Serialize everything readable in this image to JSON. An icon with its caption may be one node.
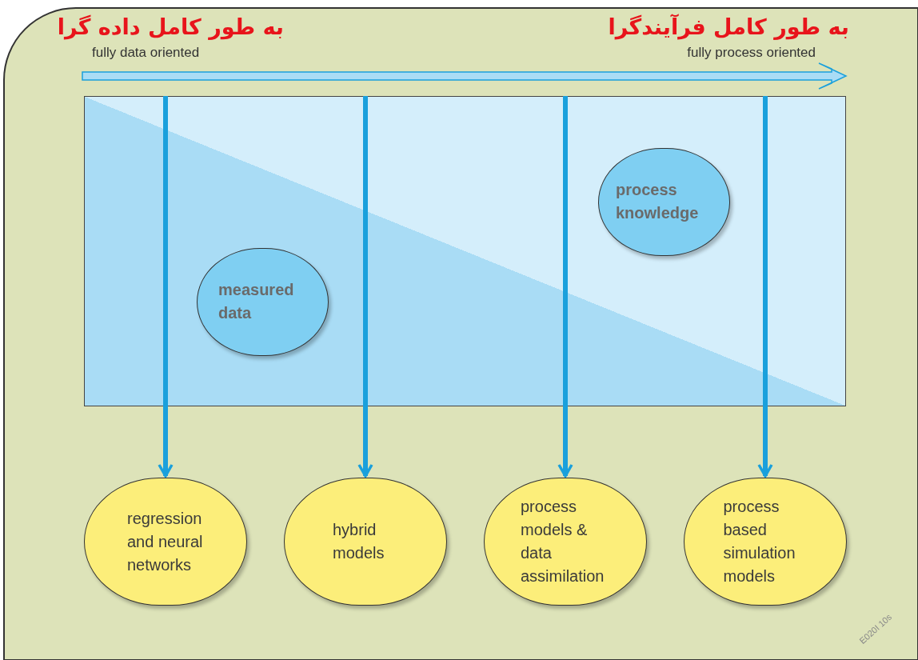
{
  "diagram": {
    "nodes": [
      {
        "text": [],
        "shape": "box"
      },
      {
        "text": [
          "measured data"
        ],
        "in": 0
      },
      {
        "text": [
          "process knowledge"
        ],
        "in": 0
      },
      {
        "text": [
          "regression and neural networks"
        ]
      },
      {
        "text": [
          "hybrid models"
        ]
      },
      {
        "text": [
          "process models & data assimilation"
        ]
      },
      {
        "text": [
          "process based simulation models"
        ]
      }
    ],
    "edges": [
      {
        "from": 0,
        "to": 3,
        "arrow": "to"
      },
      {
        "from": 0,
        "to": 4,
        "arrow": "to"
      },
      {
        "from": 0,
        "to": 5,
        "arrow": "to"
      },
      {
        "from": 0,
        "to": 6,
        "arrow": "to"
      }
    ],
    "labels": [
      "به طور کامل داده گرا",
      "fully data oriented",
      "به طور کامل فرآیندگرا",
      "fully process oriented",
      "E020I 10s"
    ]
  }
}
